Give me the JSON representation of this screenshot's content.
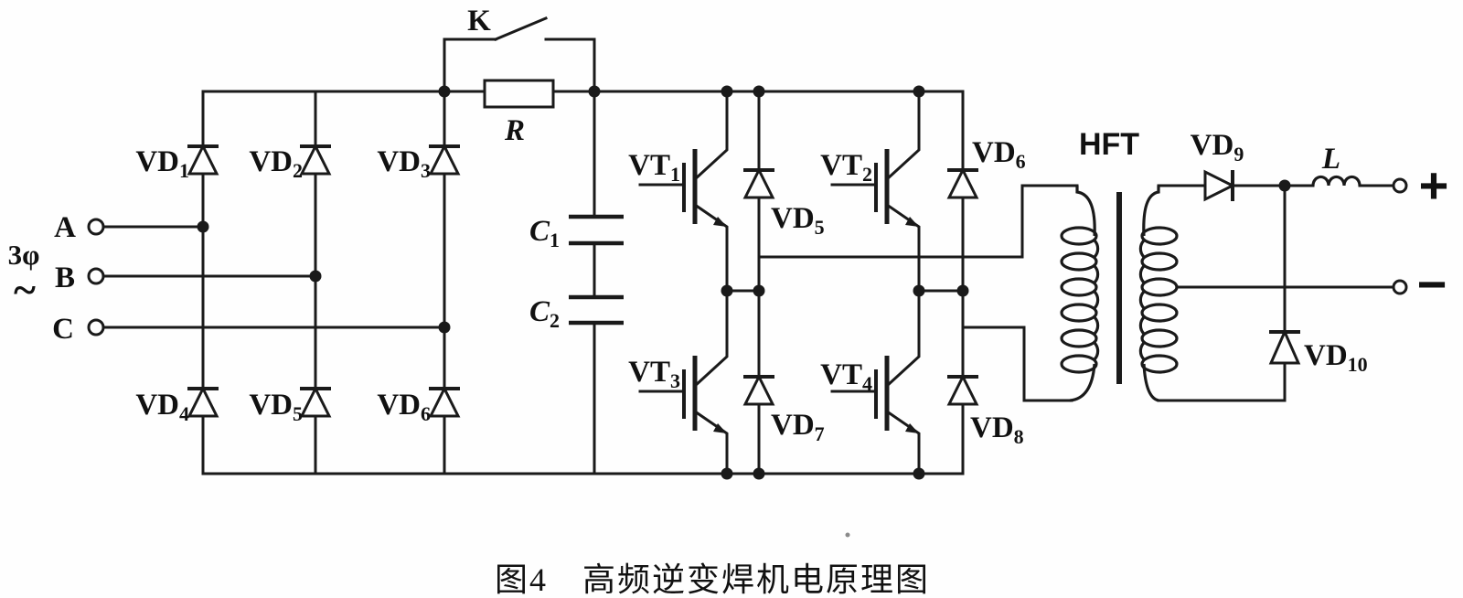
{
  "figure": {
    "caption": "图4　高频逆变焊机电原理图"
  },
  "colors": {
    "ink": "#1a1a1a",
    "paper": "#fefefe"
  },
  "input": {
    "phase": "3φ",
    "ac": "~",
    "a": "A",
    "b": "B",
    "c": "C"
  },
  "switch": {
    "k": "K"
  },
  "resistor": {
    "r": "R"
  },
  "caps": {
    "c1": {
      "n": "C",
      "s": "1"
    },
    "c2": {
      "n": "C",
      "s": "2"
    }
  },
  "bridge": {
    "vd1": {
      "n": "VD",
      "s": "1"
    },
    "vd2": {
      "n": "VD",
      "s": "2"
    },
    "vd3": {
      "n": "VD",
      "s": "3"
    },
    "vd4": {
      "n": "VD",
      "s": "4"
    },
    "vd5": {
      "n": "VD",
      "s": "5"
    },
    "vd6": {
      "n": "VD",
      "s": "6"
    }
  },
  "igbt": {
    "vt1": {
      "n": "VT",
      "s": "1"
    },
    "vt2": {
      "n": "VT",
      "s": "2"
    },
    "vt3": {
      "n": "VT",
      "s": "3"
    },
    "vt4": {
      "n": "VT",
      "s": "4"
    }
  },
  "freewheel": {
    "vd5": {
      "n": "VD",
      "s": "5"
    },
    "vd6": {
      "n": "VD",
      "s": "6"
    },
    "vd7": {
      "n": "VD",
      "s": "7"
    },
    "vd8": {
      "n": "VD",
      "s": "8"
    }
  },
  "transformer": {
    "hft": "HFT"
  },
  "output": {
    "vd9": {
      "n": "VD",
      "s": "9"
    },
    "vd10": {
      "n": "VD",
      "s": "10"
    },
    "l": "L",
    "plus": "+",
    "minus": "−"
  }
}
